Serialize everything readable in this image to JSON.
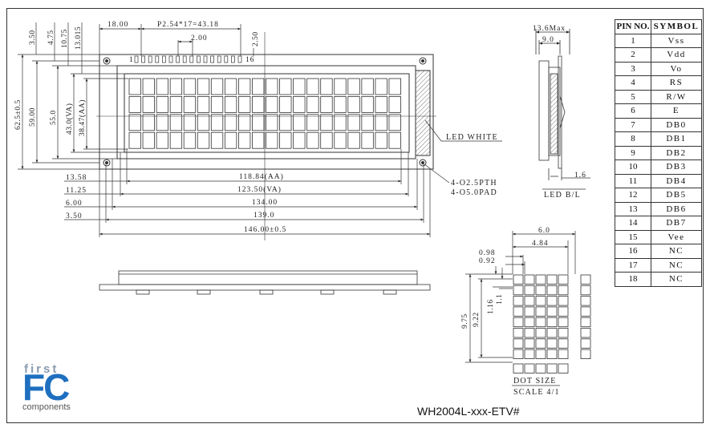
{
  "front_view": {
    "top_dims": {
      "d1": "18.00",
      "d2": "P2.54*17=43.18",
      "d3": "2.00",
      "d4": "2.50"
    },
    "left_dims": [
      "3.50",
      "4.75",
      "10.75",
      "13.015"
    ],
    "vertical_dims": [
      "62.5±0.5",
      "59.00",
      "55.0",
      "43.0(VA)",
      "38.47(AA)"
    ],
    "pin_first": "1",
    "pin_last": "16",
    "led_label": "LED WHITE",
    "hole_label_1": "4-O2.5PTH",
    "hole_label_2": "4-O5.0PAD",
    "left_bottom_dims": [
      "13.58",
      "11.25",
      "6.00",
      "3.50"
    ],
    "bottom_dims": [
      "118.84(AA)",
      "123.50(VA)",
      "134.00",
      "139.0",
      "146.00±0.5"
    ]
  },
  "side_view": {
    "top_dim": "13.6Max",
    "top_dim_2": "9.0",
    "bottom_dim": "1.6",
    "label": "LED B/L"
  },
  "dot_detail": {
    "dims": [
      "6.0",
      "4.84",
      "0.98",
      "0.92",
      "1.16",
      "1.1",
      "9.75",
      "9.22"
    ],
    "label_1": "DOT SIZE",
    "label_2": "SCALE 4/1"
  },
  "pin_table": {
    "headers": [
      "PIN NO.",
      "SYMBOL"
    ],
    "rows": [
      [
        "1",
        "Vss"
      ],
      [
        "2",
        "Vdd"
      ],
      [
        "3",
        "Vo"
      ],
      [
        "4",
        "RS"
      ],
      [
        "5",
        "R/W"
      ],
      [
        "6",
        "E"
      ],
      [
        "7",
        "DB0"
      ],
      [
        "8",
        "DB1"
      ],
      [
        "9",
        "DB2"
      ],
      [
        "10",
        "DB3"
      ],
      [
        "11",
        "DB4"
      ],
      [
        "12",
        "DB5"
      ],
      [
        "13",
        "DB6"
      ],
      [
        "14",
        "DB7"
      ],
      [
        "15",
        "Vee"
      ],
      [
        "16",
        "NC"
      ],
      [
        "17",
        "NC"
      ],
      [
        "18",
        "NC"
      ]
    ]
  },
  "logo": {
    "line1": "first",
    "line2": "FC",
    "line3": "components",
    "color": "#1f6fc0"
  },
  "model": "WH2004L-xxx-ETV#"
}
